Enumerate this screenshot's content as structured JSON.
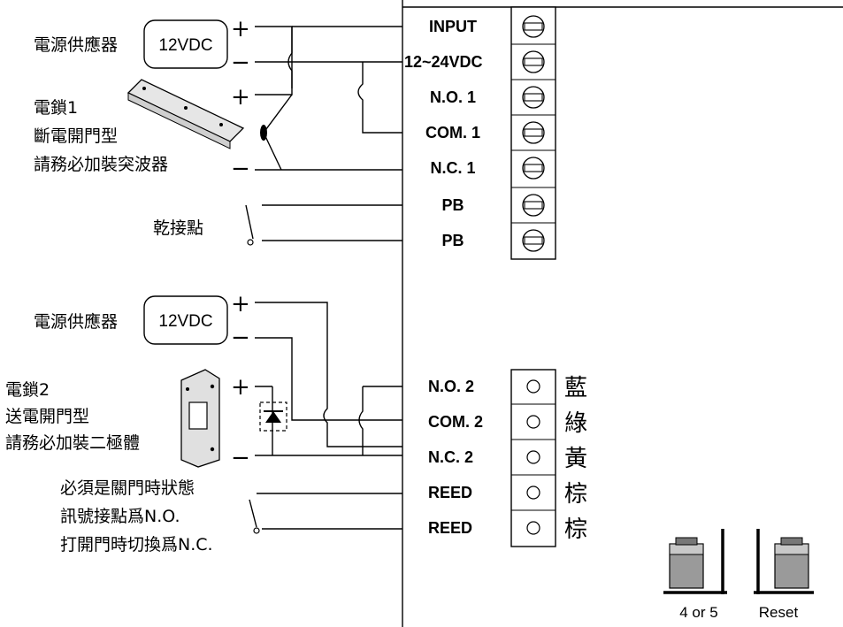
{
  "power_supply_1": {
    "label": "電源供應器",
    "voltage": "12VDC"
  },
  "power_supply_2": {
    "label": "電源供應器",
    "voltage": "12VDC"
  },
  "polarity": {
    "plus": "+",
    "minus": "−"
  },
  "lock_1": {
    "lines": [
      "電鎖1",
      "斷電開門型",
      "請務必加裝突波器"
    ]
  },
  "dry_contact": {
    "label": "乾接點"
  },
  "lock_2": {
    "lines": [
      "電鎖2",
      "送電開門型",
      "請務必加裝二極體"
    ]
  },
  "reed_note": {
    "lines": [
      "必須是關門時狀態",
      "訊號接點爲N.O.",
      "打開門時切換爲N.C."
    ]
  },
  "terminals_top": [
    "INPUT",
    "12~24VDC",
    "N.O. 1",
    "COM. 1",
    "N.C. 1",
    "PB",
    "PB"
  ],
  "terminals_bottom": [
    "N.O. 2",
    "COM. 2",
    "N.C. 2",
    "REED",
    "REED"
  ],
  "wire_colors": [
    "藍",
    "綠",
    "黃",
    "棕",
    "棕"
  ],
  "switches": {
    "left": "4 or 5",
    "right": "Reset"
  }
}
